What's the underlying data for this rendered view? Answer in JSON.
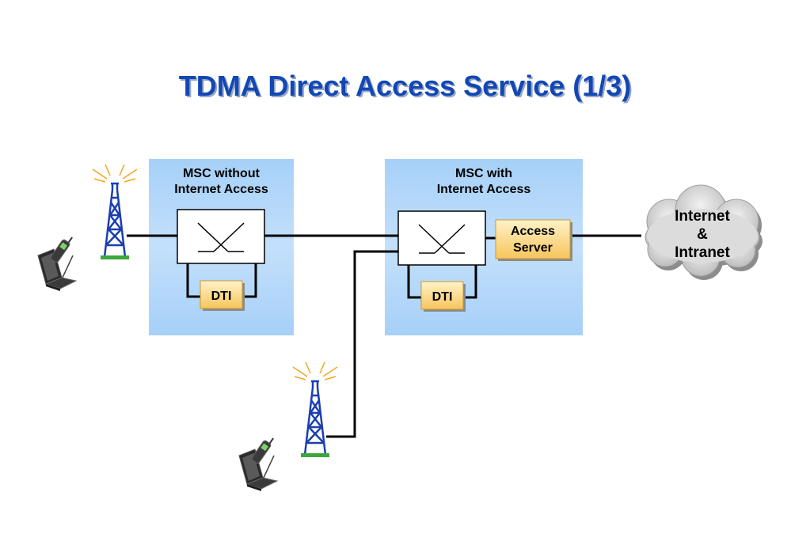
{
  "title": "TDMA Direct Access Service (1/3)",
  "msc_left": {
    "line1": "MSC without",
    "line2": "Internet Access"
  },
  "msc_right": {
    "line1": "MSC with",
    "line2": "Internet Access"
  },
  "dti_label": "DTI",
  "access_server": {
    "line1": "Access",
    "line2": "Server"
  },
  "cloud": {
    "line1": "Internet",
    "line2": "&",
    "line3": "Intranet"
  },
  "colors": {
    "title": "#1248b4",
    "msc_box": "#a9d3f9",
    "dti_box": "#fbd98a",
    "tower": "#1a3fb0",
    "cloud": "#d4d4d4"
  },
  "icons": [
    "antenna-tower-icon",
    "laptop-icon",
    "mobile-phone-icon",
    "switch-icon",
    "cloud-icon"
  ]
}
